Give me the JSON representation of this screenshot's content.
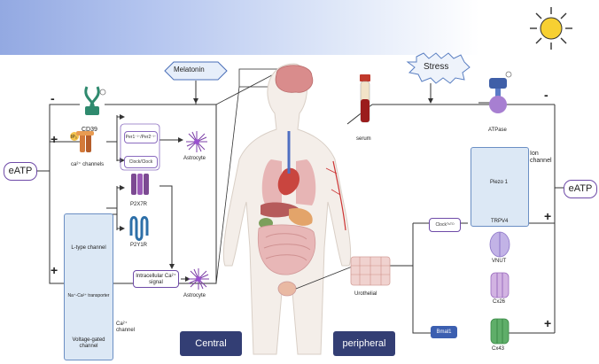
{
  "signals": {
    "melatonin": "Melatonin",
    "stress": "Stress"
  },
  "left": {
    "cd39": "CD39",
    "ip3": "IP₃",
    "ca_channels": "ca²⁺ channels",
    "per": "Per1⁻ˡ⁻/Per2⁻ˡ⁻",
    "clock": "Clock/Clock",
    "astrocyte_top": "Astrocyte",
    "eatp": "eATP",
    "p2x7r": "P2X7R",
    "p2y1r": "P2Y1R",
    "ltype": "L-type channel",
    "na_ca": "Na⁺-Ca²⁺ transporter",
    "voltage": "Voltage-gated channel",
    "ca_channel": "Ca²⁺ channel",
    "intracellular": "Intracellular Ca²⁺ signal",
    "astrocyte_bottom": "Astrocyte",
    "central": "Central",
    "signs": [
      "-",
      "+",
      "+"
    ]
  },
  "right": {
    "serum": "serum",
    "atpase": "ATPase",
    "ion_channel": "Ion channel",
    "piezo": "Piezo 1",
    "trpv4": "TRPV4",
    "eatp": "eATP",
    "clock": "Clockᵀˢᵀᴼ",
    "vnut": "VNUT",
    "cx26": "Cx26",
    "urothelial": "Urothelial",
    "bmal1": "Bmal1",
    "cx43": "Cx43",
    "peripheral": "peripheral",
    "signs": [
      "-",
      "+",
      "+"
    ]
  },
  "colors": {
    "navy": "#333e74",
    "purple_border": "#6e4aa8",
    "blue_tag": "#3c5fb0"
  }
}
